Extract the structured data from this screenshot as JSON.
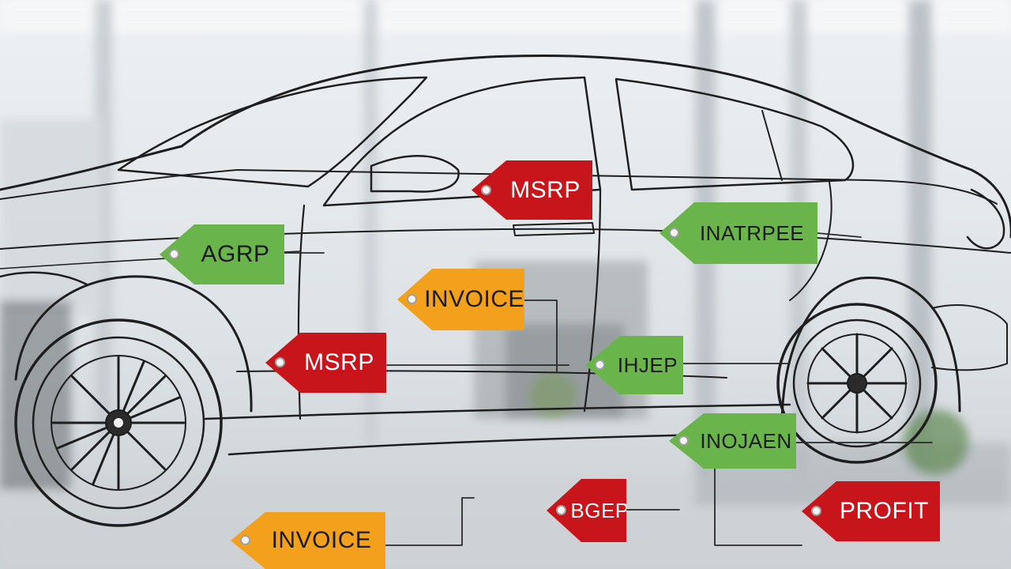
{
  "image": {
    "subject": "line-sketch-car-in-showroom",
    "palette": {
      "red_tag": "#c8151b",
      "green_tag": "#6ab44c",
      "orange_tag": "#f3a11c",
      "line": "#1e1e1e",
      "background": "#dfe4e8"
    }
  },
  "tags": [
    {
      "text": "MSRP",
      "color": "red"
    },
    {
      "text": "AGRP",
      "color": "green"
    },
    {
      "text": "INVOICE",
      "color": "orange"
    },
    {
      "text": "MSRP",
      "color": "red"
    },
    {
      "text": "INATRPEE",
      "color": "green"
    },
    {
      "text": "IHJEP",
      "color": "green"
    },
    {
      "text": "INOJAEN",
      "color": "green"
    },
    {
      "text": "BGEP",
      "color": "red"
    },
    {
      "text": "PROFIT",
      "color": "red"
    },
    {
      "text": "INVOICE",
      "color": "orange"
    }
  ]
}
